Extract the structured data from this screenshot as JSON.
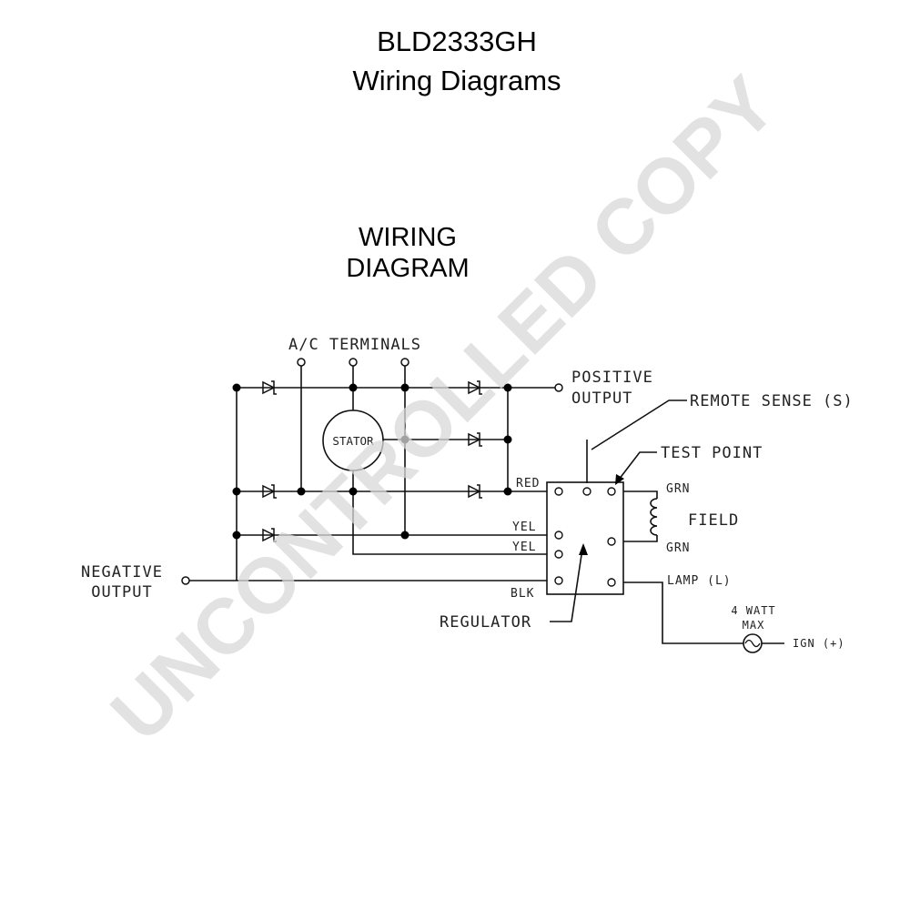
{
  "title": {
    "model": "BLD2333GH",
    "subtitle": "Wiring Diagrams"
  },
  "diagram": {
    "heading_line1": "WIRING",
    "heading_line2": "DIAGRAM",
    "labels": {
      "ac_terminals": "A/C TERMINALS",
      "positive_output_1": "POSITIVE",
      "positive_output_2": "OUTPUT",
      "remote_sense": "REMOTE SENSE (S)",
      "test_point": "TEST POINT",
      "stator": "STATOR",
      "red": "RED",
      "grn_top": "GRN",
      "grn_bottom": "GRN",
      "field": "FIELD",
      "yel_1": "YEL",
      "yel_2": "YEL",
      "blk": "BLK",
      "lamp": "LAMP (L)",
      "negative_output_1": "NEGATIVE",
      "negative_output_2": "OUTPUT",
      "regulator": "REGULATOR",
      "watt_1": "4 WATT",
      "watt_2": "MAX",
      "ign": "IGN (+)"
    }
  },
  "watermark": "UNCONTROLLED COPY"
}
